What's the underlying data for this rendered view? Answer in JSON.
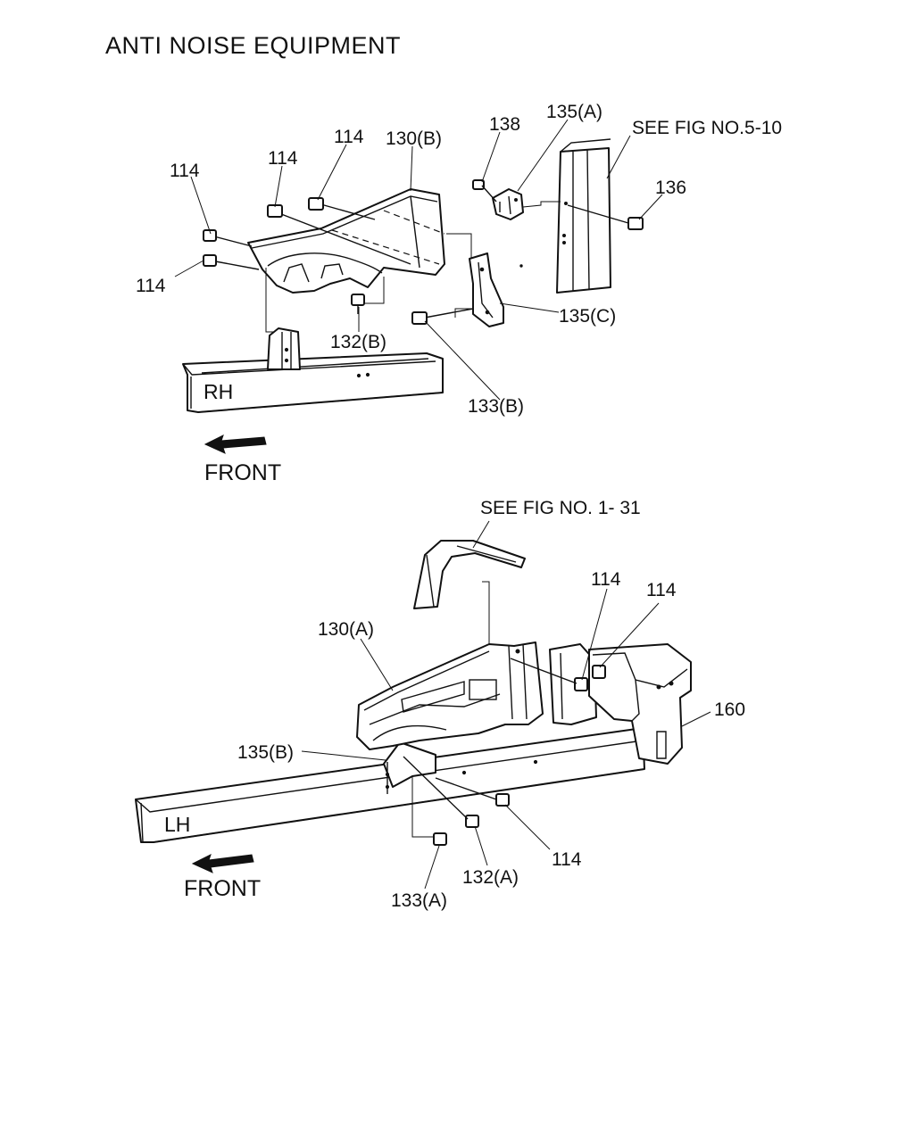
{
  "title": "ANTI NOISE EQUIPMENT",
  "references": {
    "top": "SEE FIG NO.5-10",
    "bottom": "SEE FIG NO. 1- 31"
  },
  "frames": {
    "rh": "RH",
    "lh": "LH"
  },
  "direction": {
    "top": "FRONT",
    "bottom": "FRONT"
  },
  "callouts": {
    "top": {
      "p114_a": "114",
      "p114_b": "114",
      "p114_c": "114",
      "p114_d": "114",
      "p130b": "130(B)",
      "p138": "138",
      "p135a": "135(A)",
      "p136": "136",
      "p135c": "135(C)",
      "p132b": "132(B)",
      "p133b": "133(B)"
    },
    "bottom": {
      "p130a": "130(A)",
      "p114_e": "114",
      "p114_f": "114",
      "p160": "160",
      "p135b": "135(B)",
      "p114_g": "114",
      "p132a": "132(A)",
      "p133a": "133(A)"
    }
  }
}
